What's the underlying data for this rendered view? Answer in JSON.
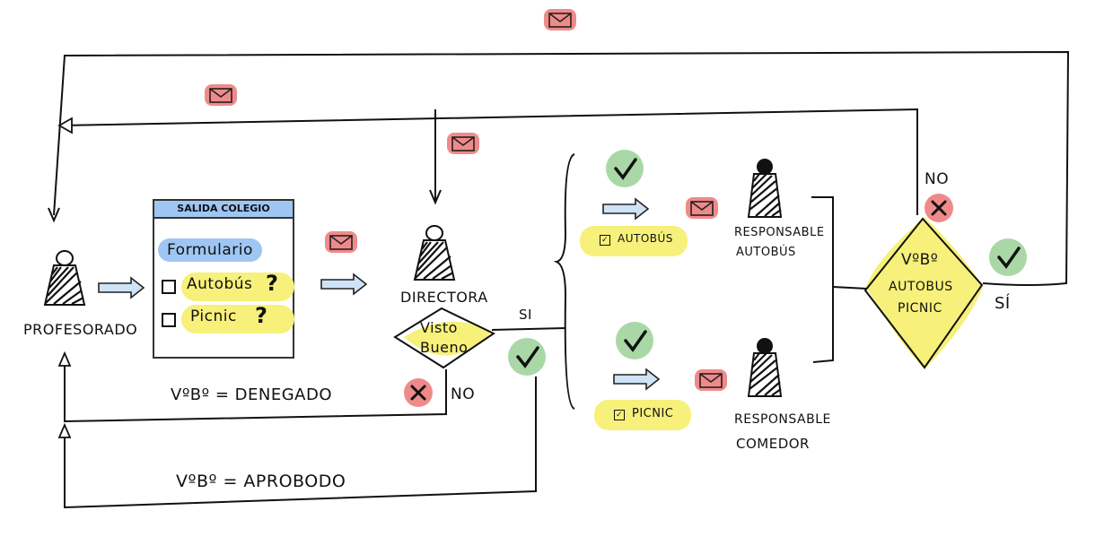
{
  "actors": {
    "profesorado": "PROFESORADO",
    "directora": "DIRECTORA",
    "responsable_autobus_line1": "RESPONSABLE",
    "responsable_autobus_line2": "AUTOBÚS",
    "responsable_comedor_line1": "RESPONSABLE",
    "responsable_comedor_line2": "COMEDOR"
  },
  "form_card": {
    "title": "SALIDA COLEGIO",
    "header": "Formulario",
    "option_1": "Autobús",
    "option_1_mark": "?",
    "option_2": "Picnic",
    "option_2_mark": "?"
  },
  "decisions": {
    "visto_bueno_line1": "Visto",
    "visto_bueno_line2": "Bueno",
    "vobo_line1": "VºBº",
    "vobo_line2": "AUTOBUS",
    "vobo_line3": "PICNIC"
  },
  "branches": {
    "si_1": "SI",
    "no_1": "NO",
    "no_2": "NO",
    "si_2": "SÍ"
  },
  "return_labels": {
    "denegado": "VºBº = DENEGADO",
    "aprobado": "VºBº = APROBODO"
  },
  "tasks": {
    "autobus": "AUTOBÚS",
    "picnic": "PICNIC"
  },
  "colors": {
    "highlight_yellow": "#f7f07a",
    "highlight_blue": "#9fc6f2",
    "envelope_red": "#f08a8a",
    "check_green": "#a9d8a6",
    "arrow_blue": "#cfe3f7",
    "ink": "#111111"
  },
  "icons": [
    "person-icon",
    "envelope-icon",
    "check-icon",
    "cross-icon",
    "arrow-right-icon",
    "checkbox-icon",
    "decision-diamond-icon"
  ]
}
